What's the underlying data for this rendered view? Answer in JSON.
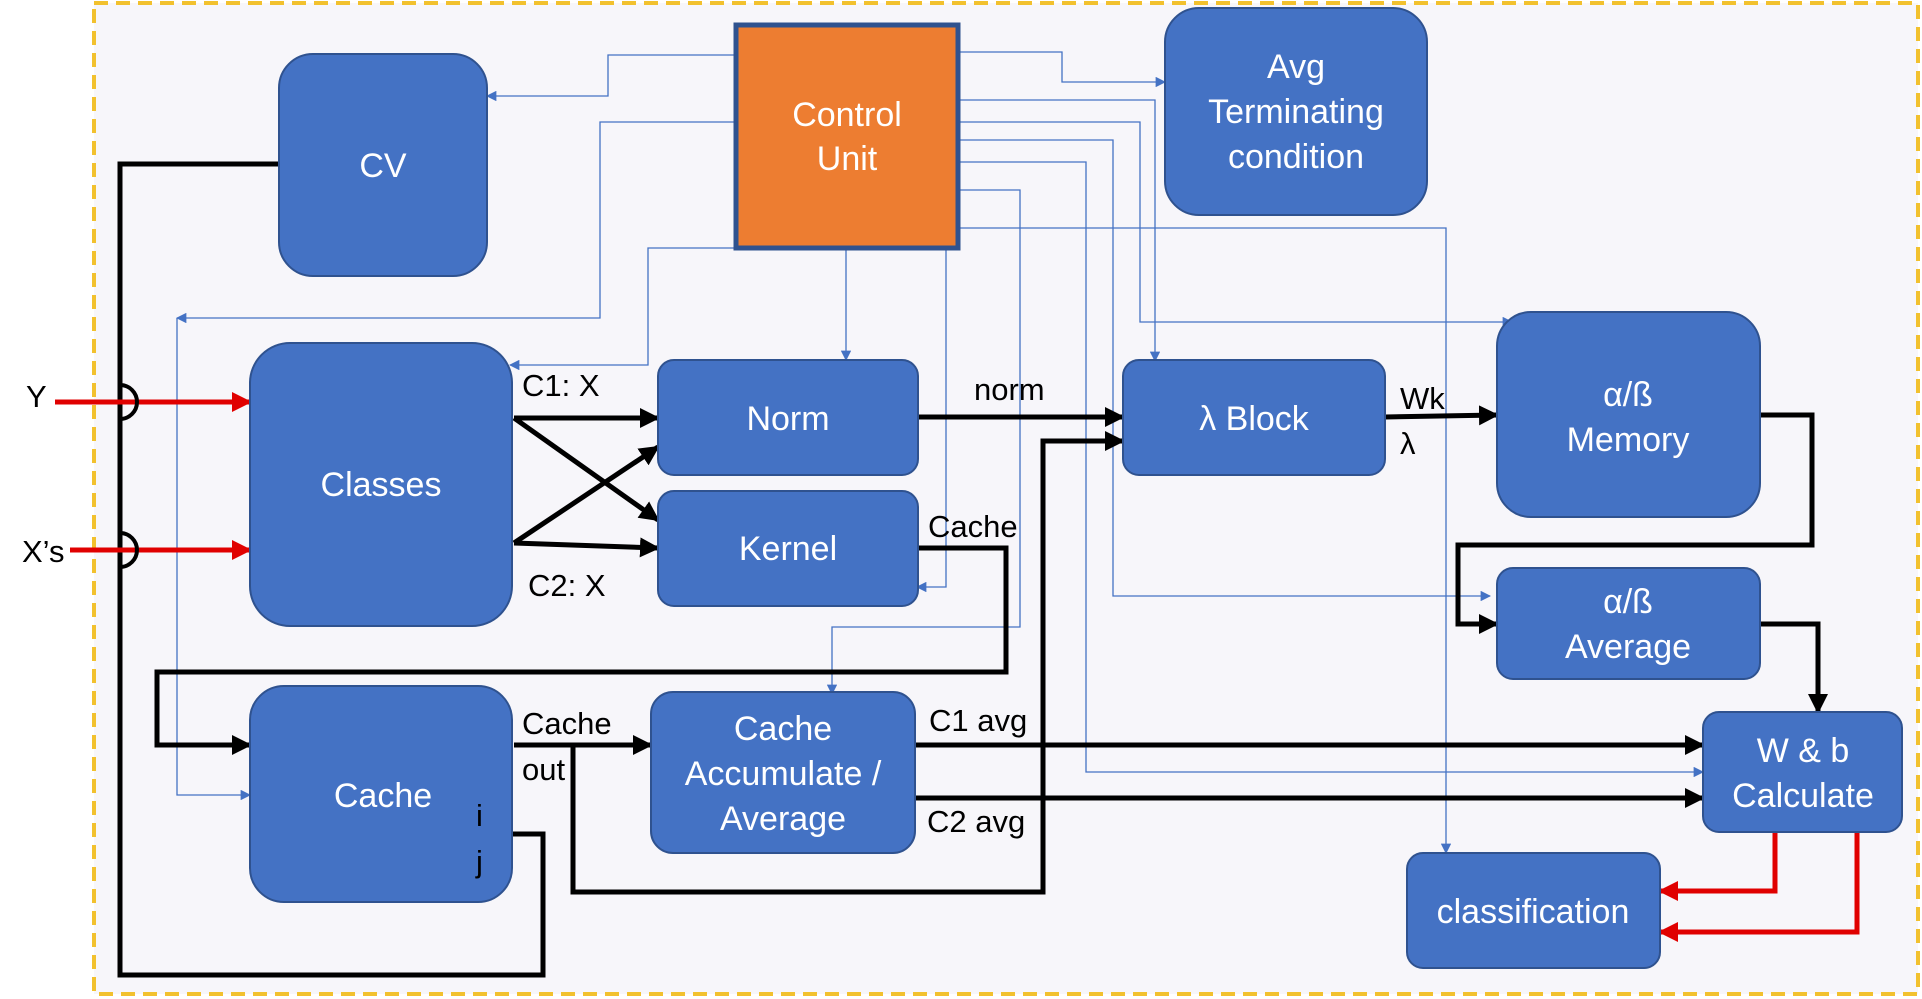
{
  "blocks": {
    "control_unit": [
      "Control",
      "Unit"
    ],
    "cv": [
      "CV"
    ],
    "avg_terminating": [
      "Avg",
      "Terminating",
      "condition"
    ],
    "classes": [
      "Classes"
    ],
    "norm": [
      "Norm"
    ],
    "kernel": [
      "Kernel"
    ],
    "lambda_block": [
      "λ Block"
    ],
    "ab_memory": [
      "α/ß",
      "Memory"
    ],
    "ab_average": [
      "α/ß",
      "Average"
    ],
    "cache": [
      "Cache"
    ],
    "cache_acc": [
      "Cache",
      "Accumulate /",
      "Average"
    ],
    "wb_calc": [
      "W & b",
      "Calculate"
    ],
    "classification": [
      "classification"
    ]
  },
  "labels": {
    "y": "Y",
    "xs": "X’s",
    "c1x": "C1: X",
    "c2x": "C2: X",
    "norm": "norm",
    "cache": "Cache",
    "wk": "Wk",
    "lambda": "λ",
    "cache_out_1": "Cache",
    "cache_out_2": "out",
    "c1avg": "C1 avg",
    "c2avg": "C2 avg",
    "i": "i",
    "j": "j"
  },
  "colors": {
    "block_fill": "#4472C4",
    "control_fill": "#ED7D31",
    "border_dash": "#F2C12E",
    "thick_line": "#000000",
    "input_line": "#E00000"
  }
}
